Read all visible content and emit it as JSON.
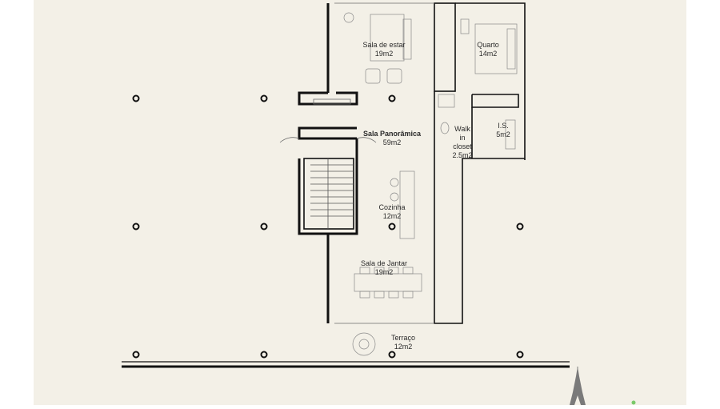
{
  "colors": {
    "background": "#f3f0e7",
    "page": "#ffffff",
    "wall": "#111111",
    "accent": "#7ac96a"
  },
  "rooms": [
    {
      "id": "sala-estar",
      "name": "Sala de estar",
      "area": "19m2"
    },
    {
      "id": "quarto",
      "name": "Quarto",
      "area": "14m2"
    },
    {
      "id": "sala-panoramica",
      "name": "Sala Panorâmica",
      "area": "59m2"
    },
    {
      "id": "is",
      "name": "I.S.",
      "area": "5m2"
    },
    {
      "id": "walk-in-closet",
      "name_lines": [
        "Walk",
        "in",
        "closet"
      ],
      "area": "2.5m2"
    },
    {
      "id": "cozinha",
      "name": "Cozinha",
      "area": "12m2"
    },
    {
      "id": "sala-jantar",
      "name": "Sala de Jantar",
      "area": "19m2"
    },
    {
      "id": "terraco",
      "name": "Terraço",
      "area": "12m2"
    }
  ],
  "icons": [
    "column-marker-icon",
    "eiffel-tower-icon",
    "green-dot-icon"
  ]
}
